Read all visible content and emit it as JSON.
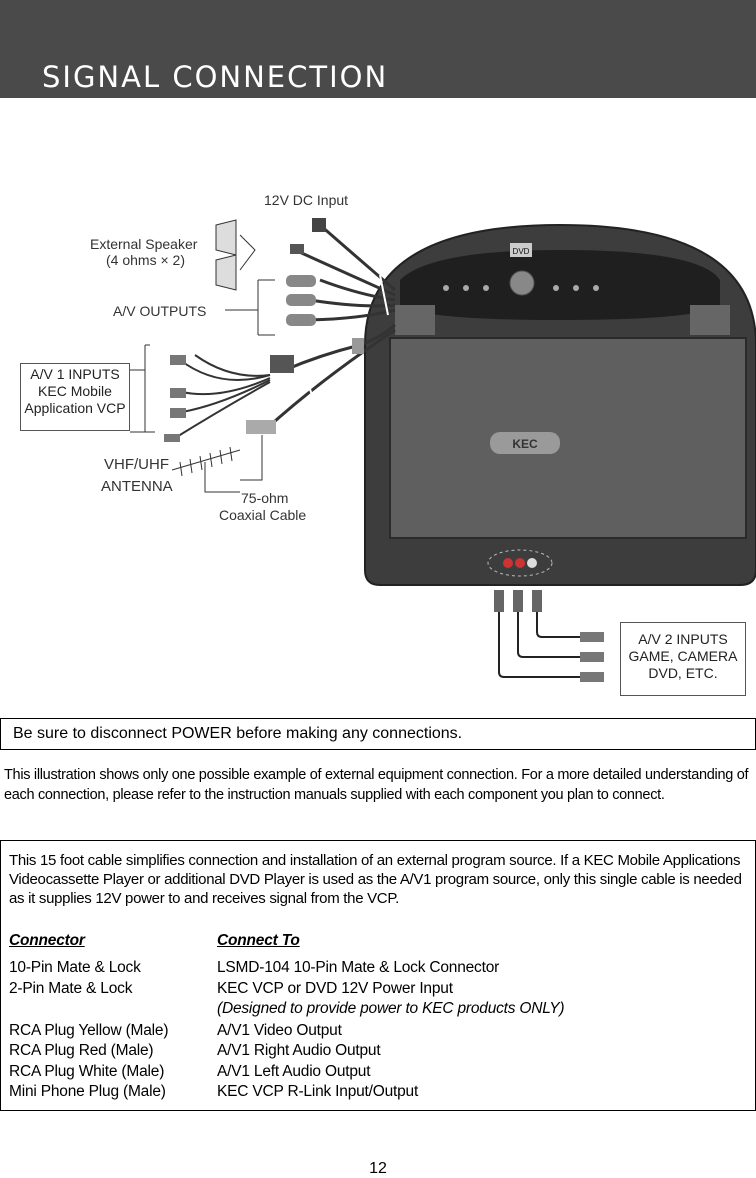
{
  "header": {
    "title": "SIGNAL CONNECTION"
  },
  "diagram": {
    "dc_input": "12V DC Input",
    "speaker_line1": "External Speaker",
    "speaker_line2": "(4 ohms × 2)",
    "av_outputs": "A/V OUTPUTS",
    "av1_line1": "A/V 1 INPUTS",
    "av1_line2": "KEC Mobile",
    "av1_line3": "Application VCP",
    "antenna_line1": "VHF/UHF",
    "antenna_line2": "ANTENNA",
    "coax_line1": "75-ohm",
    "coax_line2": "Coaxial Cable",
    "av2_line1": "A/V 2 INPUTS",
    "av2_line2": "GAME, CAMERA",
    "av2_line3": "DVD, ETC.",
    "device_badge": "DVD",
    "device_logo": "KEC"
  },
  "warning": "Be sure to disconnect POWER before making any connections.",
  "intro": "This illustration shows only one possible example of external equipment connection. For a more detailed understanding of each connection, please refer to the instruction manuals supplied with each component you plan to connect.",
  "detail": {
    "description": "This 15 foot cable simplifies connection and installation of an external program source. If a KEC Mobile Applications Videocassette Player or additional DVD Player is used as the A/V1 program source, only this single cable is needed as it supplies 12V power to and receives signal from the VCP.",
    "col_connector": "Connector",
    "col_connect_to": "Connect To",
    "rows": [
      {
        "connector": "10-Pin Mate & Lock",
        "connect_to": "LSMD-104 10-Pin Mate & Lock Connector"
      },
      {
        "connector": "2-Pin Mate & Lock",
        "connect_to": "KEC VCP or DVD 12V Power Input"
      },
      {
        "connector": "",
        "connect_to": "(Designed to provide power to KEC products ONLY)"
      },
      {
        "connector": "RCA Plug Yellow (Male)",
        "connect_to": "A/V1 Video Output"
      },
      {
        "connector": "RCA Plug Red (Male)",
        "connect_to": "A/V1 Right Audio Output"
      },
      {
        "connector": "RCA Plug White (Male)",
        "connect_to": "A/V1 Left Audio Output"
      },
      {
        "connector": "Mini Phone Plug (Male)",
        "connect_to": "KEC VCP R-Link Input/Output"
      }
    ]
  },
  "page_number": "12"
}
